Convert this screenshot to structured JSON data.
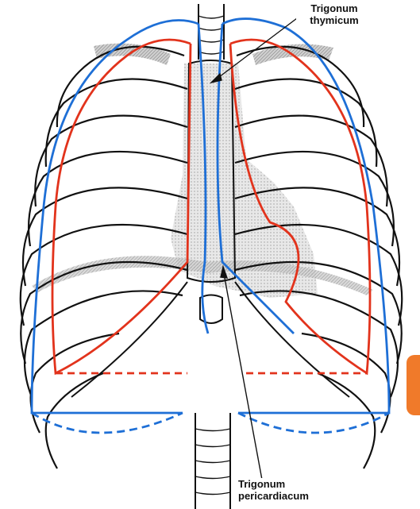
{
  "labels": {
    "top_line1": "Trigonum",
    "top_line2": "thymicum",
    "bottom_line1": "Trigonum",
    "bottom_line2": "pericardiacum"
  },
  "colors": {
    "outline": "#111111",
    "pleura": "#1e6fd6",
    "lung": "#e2331c",
    "shading": "#bdbdbd",
    "tab": "#f07a2a"
  }
}
